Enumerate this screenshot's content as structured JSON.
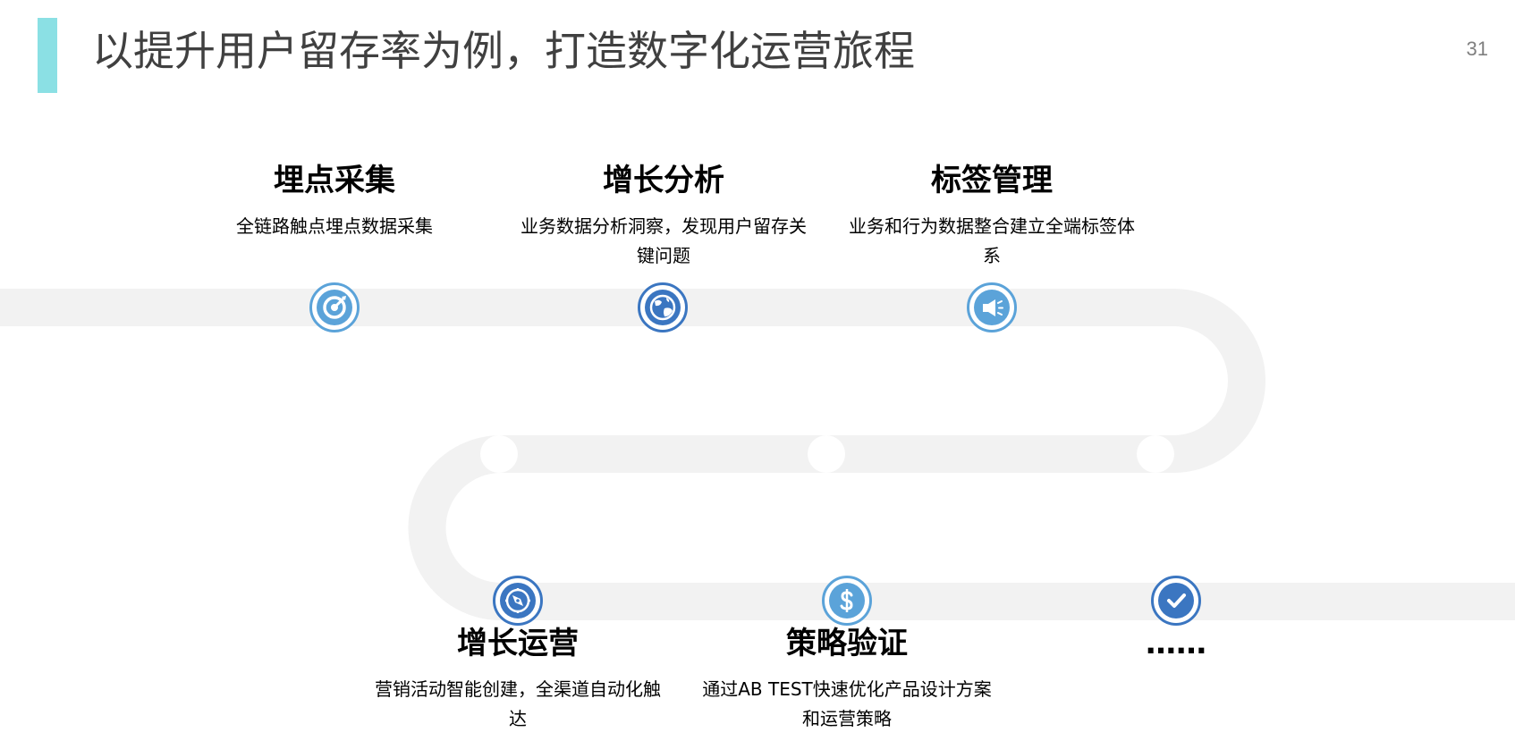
{
  "header": {
    "title": "以提升用户留存率为例，打造数字化运营旅程",
    "page_number": "31"
  },
  "colors": {
    "accent": "#8be0e4",
    "road": "#f2f2f2",
    "light_blue": "#5ba3d9",
    "dark_blue": "#3b76c1"
  },
  "steps": [
    {
      "title": "埋点采集",
      "desc": "全链路触点埋点数据采集",
      "icon": "target-icon"
    },
    {
      "title": "增长分析",
      "desc": "业务数据分析洞察，发现用户留存关键问题",
      "icon": "globe-icon"
    },
    {
      "title": "标签管理",
      "desc": "业务和行为数据整合建立全端标签体系",
      "icon": "megaphone-icon"
    },
    {
      "title": "增长运营",
      "desc": "营销活动智能创建，全渠道自动化触达",
      "icon": "compass-icon"
    },
    {
      "title": "策略验证",
      "desc": "通过AB TEST快速优化产品设计方案和运营策略",
      "icon": "dollar-icon"
    },
    {
      "title": "……",
      "desc": "",
      "icon": "check-icon"
    }
  ]
}
